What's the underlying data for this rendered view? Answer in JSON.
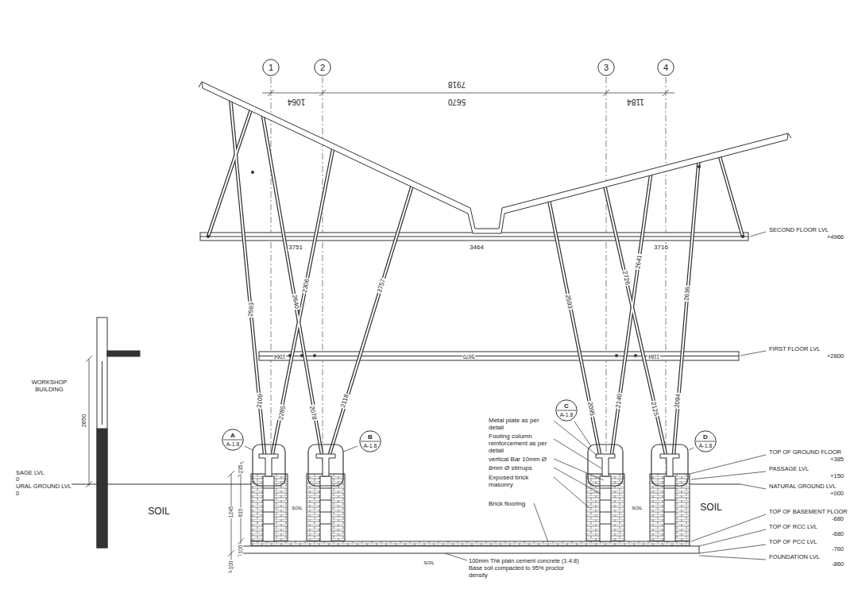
{
  "diagram": {
    "nodes": [
      {
        "text": [
          "1"
        ]
      },
      {
        "text": [
          "2"
        ]
      },
      {
        "text": [
          "3"
        ]
      },
      {
        "text": [
          "4"
        ]
      },
      {
        "text": [
          "A",
          "A-1.8"
        ]
      },
      {
        "text": [
          "B",
          "A-1.8"
        ]
      },
      {
        "text": [
          "C",
          "A-1.8"
        ]
      },
      {
        "text": [
          "D",
          "A-1.8"
        ]
      }
    ],
    "labels": [
      "7918",
      "5670",
      "1064",
      "1184",
      "3751",
      "3464",
      "3716",
      "2593",
      "2640",
      "2306",
      "3757",
      "2593",
      "2726",
      "2641",
      "2636",
      "1064",
      "5670",
      "1184",
      "2109",
      "2285",
      "2078",
      "2118",
      "2095",
      "2140",
      "2125",
      "2094",
      "SECOND FLOOR LVL",
      "+4966",
      "FIRST FLOOR LVL",
      "+2800",
      "TOP OF GROUND FLOOR",
      "+385",
      "PASSAGE LVL",
      "+150",
      "NATURAL GROUND LVL",
      "+000",
      "TOP OF BASEMENT FLOOR",
      "-680",
      "TOP OF RCC LVL",
      "-680",
      "TOP OF PCC LVL",
      "-760",
      "FOUNDATION LVL",
      "-860",
      "WORKSHOP BUILDING",
      "2650",
      "SAGE LVL",
      "0",
      "URAL GROUND LVL",
      "0",
      "SOIL",
      "SOIL",
      "SOIL",
      "SOIL",
      "SOIL",
      "235",
      "1245",
      "810",
      "100",
      "100",
      "Metal plate as per detail",
      "Footing column reinforcement as per detail",
      "vertical Bar 10mm Ø",
      "8mm Ø stirrups",
      "Exposed brick masonry",
      "Brick flooring",
      "100mm Thk plain cement concrete (1:4:8) Base soil compacted to 95% proctor density"
    ]
  }
}
